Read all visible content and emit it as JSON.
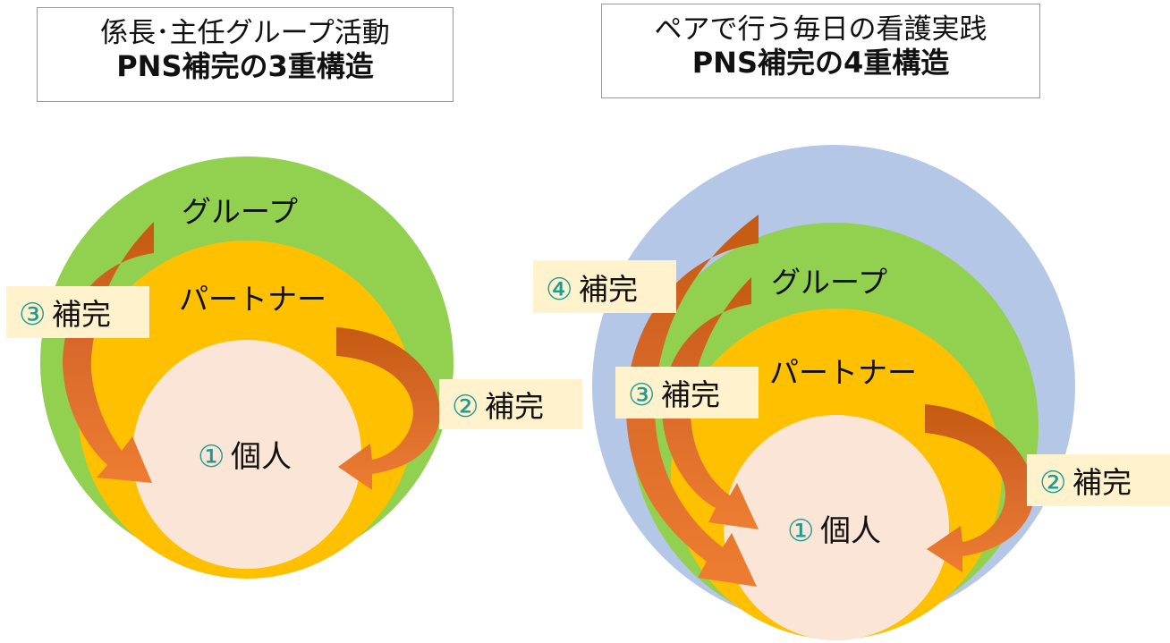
{
  "left": {
    "title_line1": "係長･主任グループ活動",
    "title_line2": "PNS補完の3重構造",
    "ring_group": "グループ",
    "ring_partner": "パートナー",
    "center_num": "①",
    "center_text": "個人",
    "comp2_num": "②",
    "comp2_text": "補完",
    "comp3_num": "③",
    "comp3_text": "補完"
  },
  "right": {
    "title_line1": "ペアで行う毎日の看護実践",
    "title_line2": "PNS補完の4重構造",
    "ring_group": "グループ",
    "ring_partner": "パートナー",
    "center_num": "①",
    "center_text": "個人",
    "comp2_num": "②",
    "comp2_text": "補完",
    "comp3_num": "③",
    "comp3_text": "補完",
    "comp4_num": "④",
    "comp4_text": "補完"
  },
  "colors": {
    "outer_blue": "#b4c7e7",
    "group_green": "#92d050",
    "partner_yellow": "#ffc000",
    "individual_cream": "#fbe5d6",
    "arrow_orange": "#ed7d31",
    "arrow_dark": "#c55a11",
    "label_bg": "#fff2cc",
    "number_teal": "#1f9a93"
  }
}
